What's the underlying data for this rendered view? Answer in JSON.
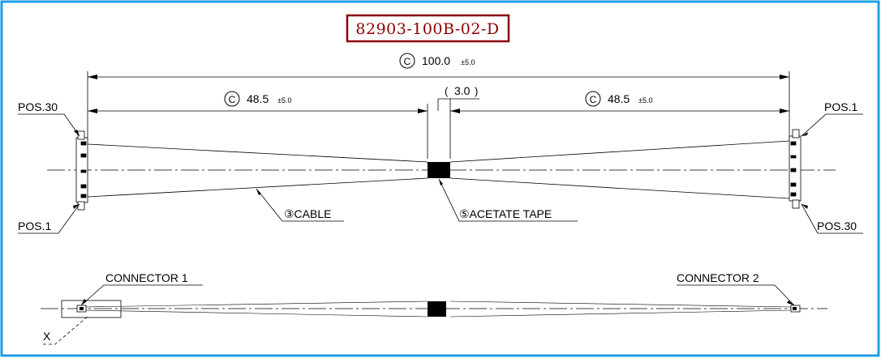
{
  "drawing": {
    "part_number": "82903-100B-02-D",
    "colors": {
      "frame": "#1f9ee5",
      "part_number": "#8b0000"
    }
  },
  "dimensions": {
    "overall": {
      "symbol": "C",
      "value": "100.0",
      "tolerance": "±5.0"
    },
    "left": {
      "symbol": "C",
      "value": "48.5",
      "tolerance": "±5.0"
    },
    "right": {
      "symbol": "C",
      "value": "48.5",
      "tolerance": "±5.0"
    },
    "tape_width": "3.0"
  },
  "labels": {
    "left_top_pos": "POS.30",
    "left_bottom_pos": "POS.1",
    "right_top_pos": "POS.1",
    "right_bottom_pos": "POS.30",
    "cable": "③CABLE",
    "tape": "⑤ACETATE TAPE",
    "connector_1": "CONNECTOR 1",
    "connector_2": "CONNECTOR 2",
    "detail": "X"
  }
}
